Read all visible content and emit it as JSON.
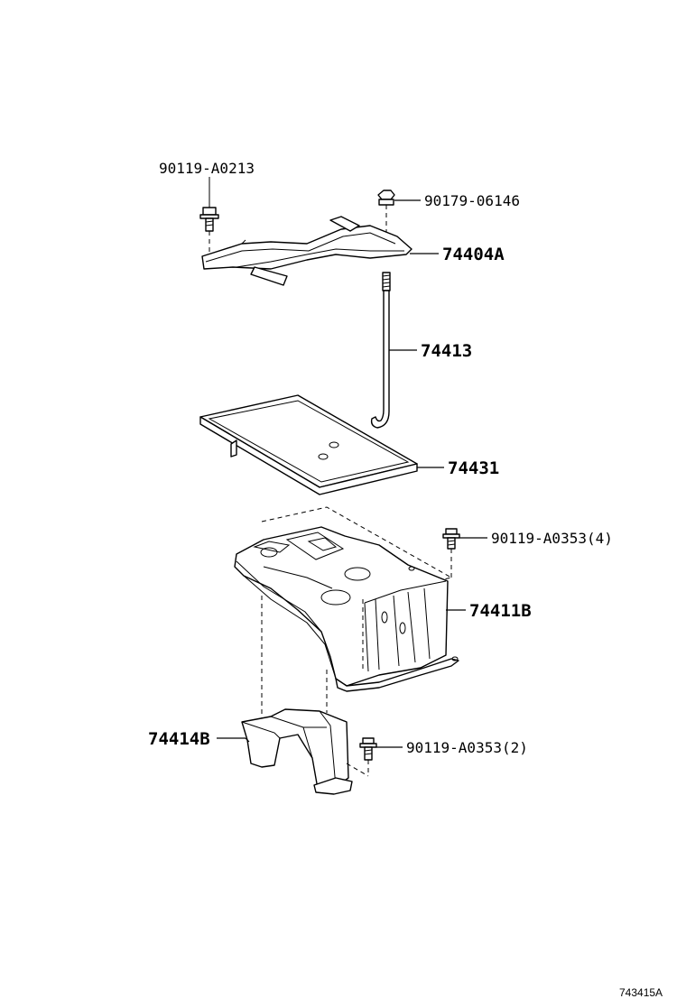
{
  "parts": {
    "bolt_top": "90119-A0213",
    "nut_top": "90179-06146",
    "clamp": "74404A",
    "rod": "74413",
    "tray": "74431",
    "bolt_right": "90119-A0353(4)",
    "carrier": "74411B",
    "bracket": "74414B",
    "bolt_bottom": "90119-A0353(2)"
  },
  "diagram_id": "743415A"
}
